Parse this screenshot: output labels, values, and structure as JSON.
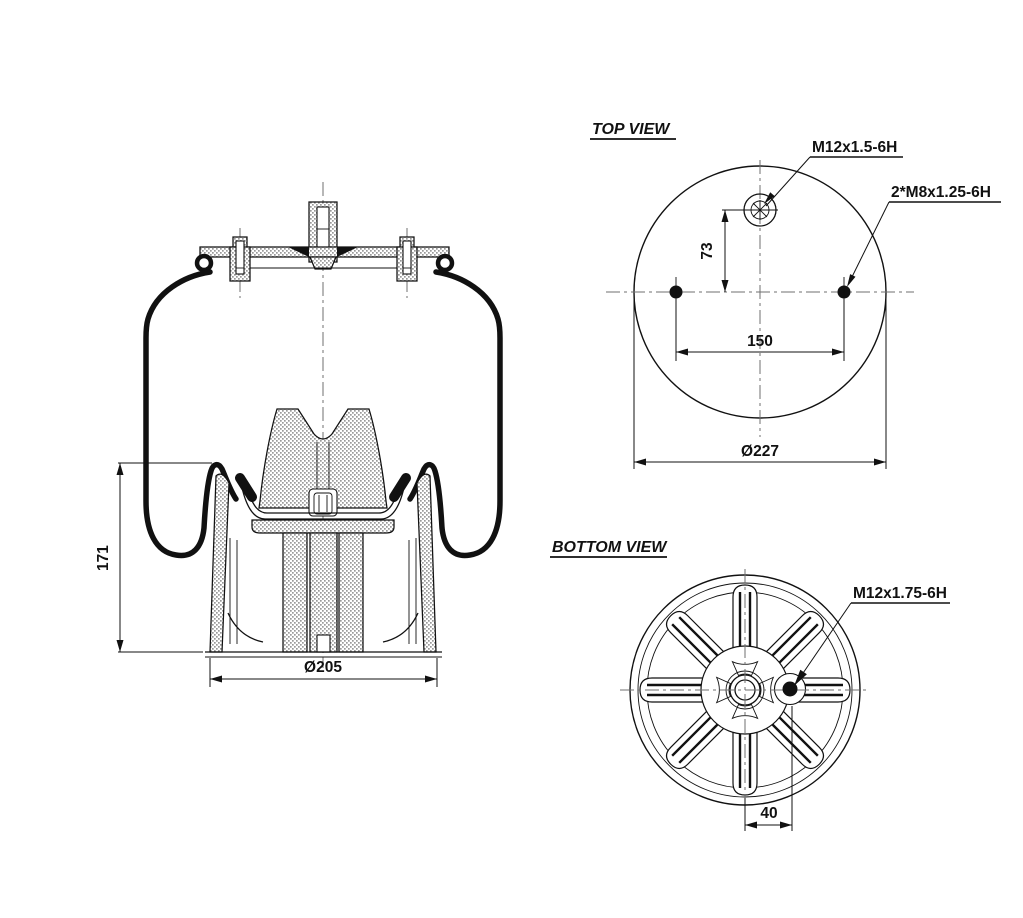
{
  "views": {
    "side": {
      "dim_height": "171",
      "dim_base_diameter": "Ø205"
    },
    "top": {
      "title": "TOP VIEW",
      "center_thread_label": "M12x1.5-6H",
      "stud_thread_label": "2*M8x1.25-6H",
      "dim_center_offset": "73",
      "dim_stud_spacing": "150",
      "dim_plate_diameter": "Ø227"
    },
    "bottom": {
      "title": "BOTTOM VIEW",
      "thread_label": "M12x1.75-6H",
      "dim_hole_offset": "40"
    }
  },
  "colors": {
    "line": "#111111",
    "centerline": "#6f6f6f",
    "hatch_dot": "#9a9a9a",
    "background": "#ffffff"
  }
}
